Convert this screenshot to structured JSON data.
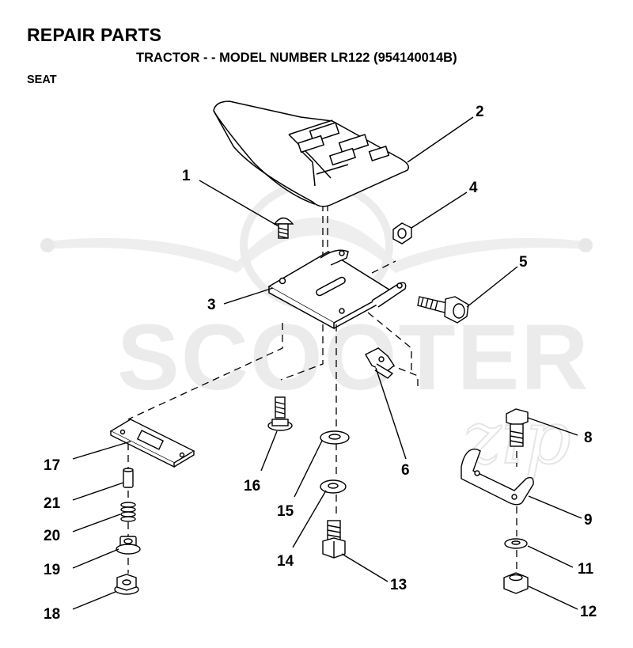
{
  "header": {
    "title": "REPAIR PARTS",
    "subtitle": "TRACTOR - - MODEL NUMBER LR122 (954140014B)",
    "section": "SEAT"
  },
  "watermark": {
    "text": "SCOOTER",
    "script": "zip"
  },
  "callouts": [
    "1",
    "2",
    "3",
    "4",
    "5",
    "6",
    "8",
    "9",
    "11",
    "12",
    "13",
    "14",
    "15",
    "16",
    "17",
    "18",
    "19",
    "20",
    "21"
  ],
  "colors": {
    "line": "#000000",
    "watermark": "#ebebeb"
  }
}
